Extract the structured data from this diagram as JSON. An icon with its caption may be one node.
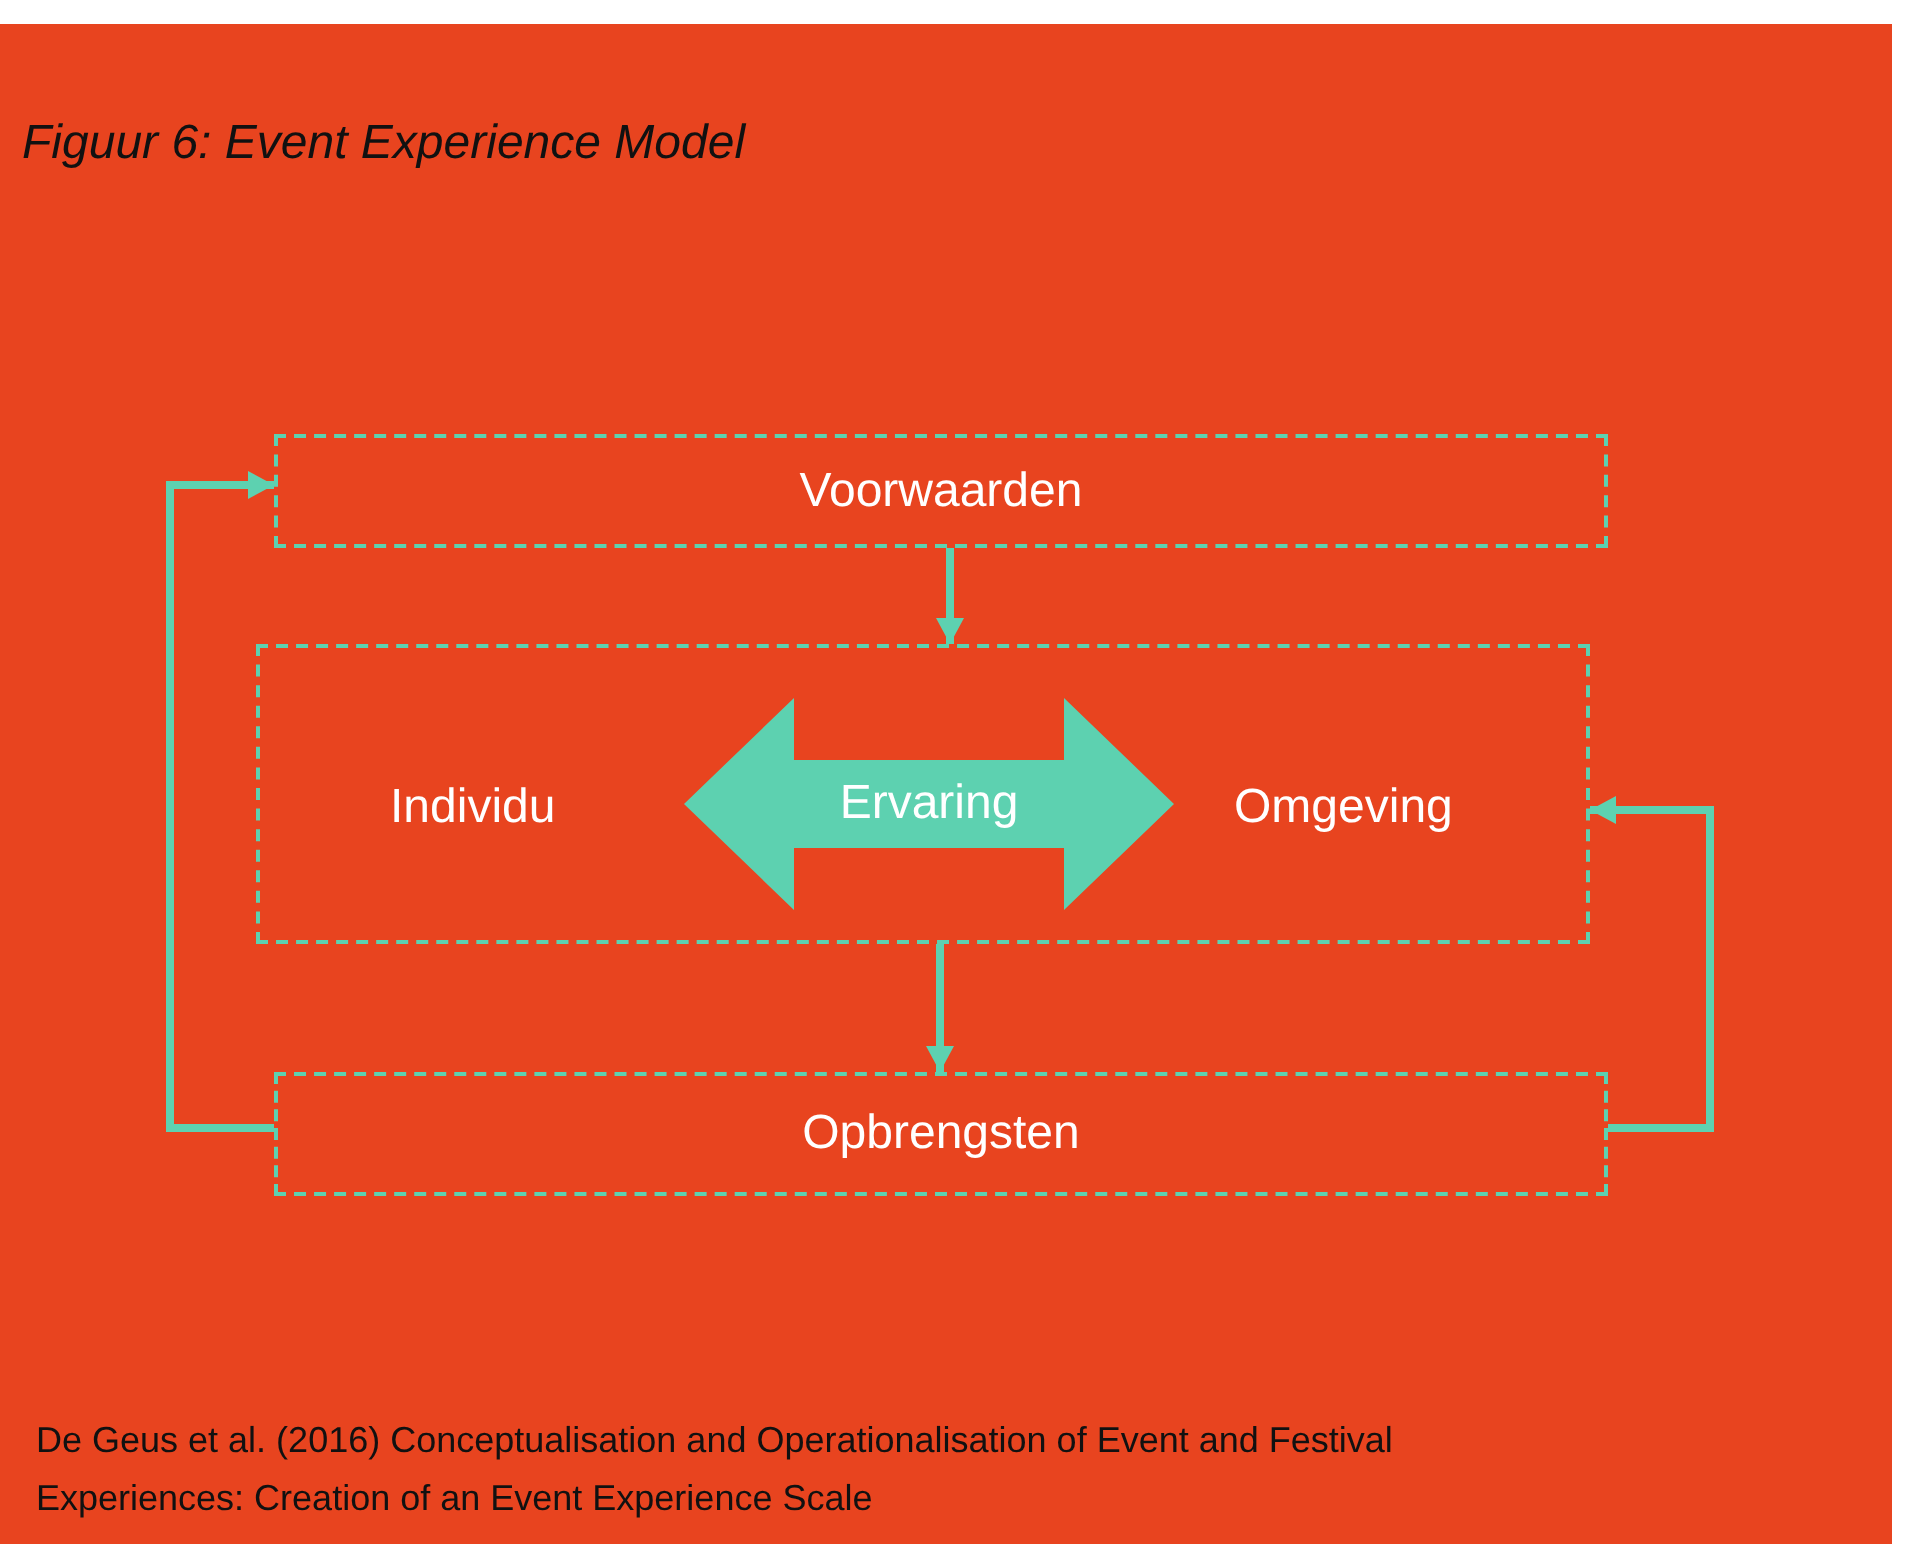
{
  "diagram": {
    "title": "Figuur 6: Event Experience Model",
    "nodes": [
      {
        "text": [
          "Voorwaarden"
        ]
      },
      {
        "text": [],
        "shape": "box"
      },
      {
        "text": [
          "Individu"
        ],
        "in": 1
      },
      {
        "text": [
          "Omgeving"
        ],
        "in": 1
      },
      {
        "text": [
          "Opbrengsten"
        ]
      }
    ],
    "edges": [
      {
        "from": 0,
        "to": 1,
        "arrow": "to"
      },
      {
        "from": 1,
        "to": 4,
        "arrow": "to"
      },
      {
        "from": 4,
        "to": 0,
        "arrow": "to"
      },
      {
        "from": 4,
        "to": 1,
        "arrow": "to"
      },
      {
        "from": 2,
        "to": 3,
        "arrow": "both",
        "label": "Ervaring",
        "style": "thick"
      }
    ],
    "caption": "De Geus et al. (2016) Conceptualisation and Operationalisation of Event and Festival Experiences: Creation of an Event Experience Scale"
  }
}
